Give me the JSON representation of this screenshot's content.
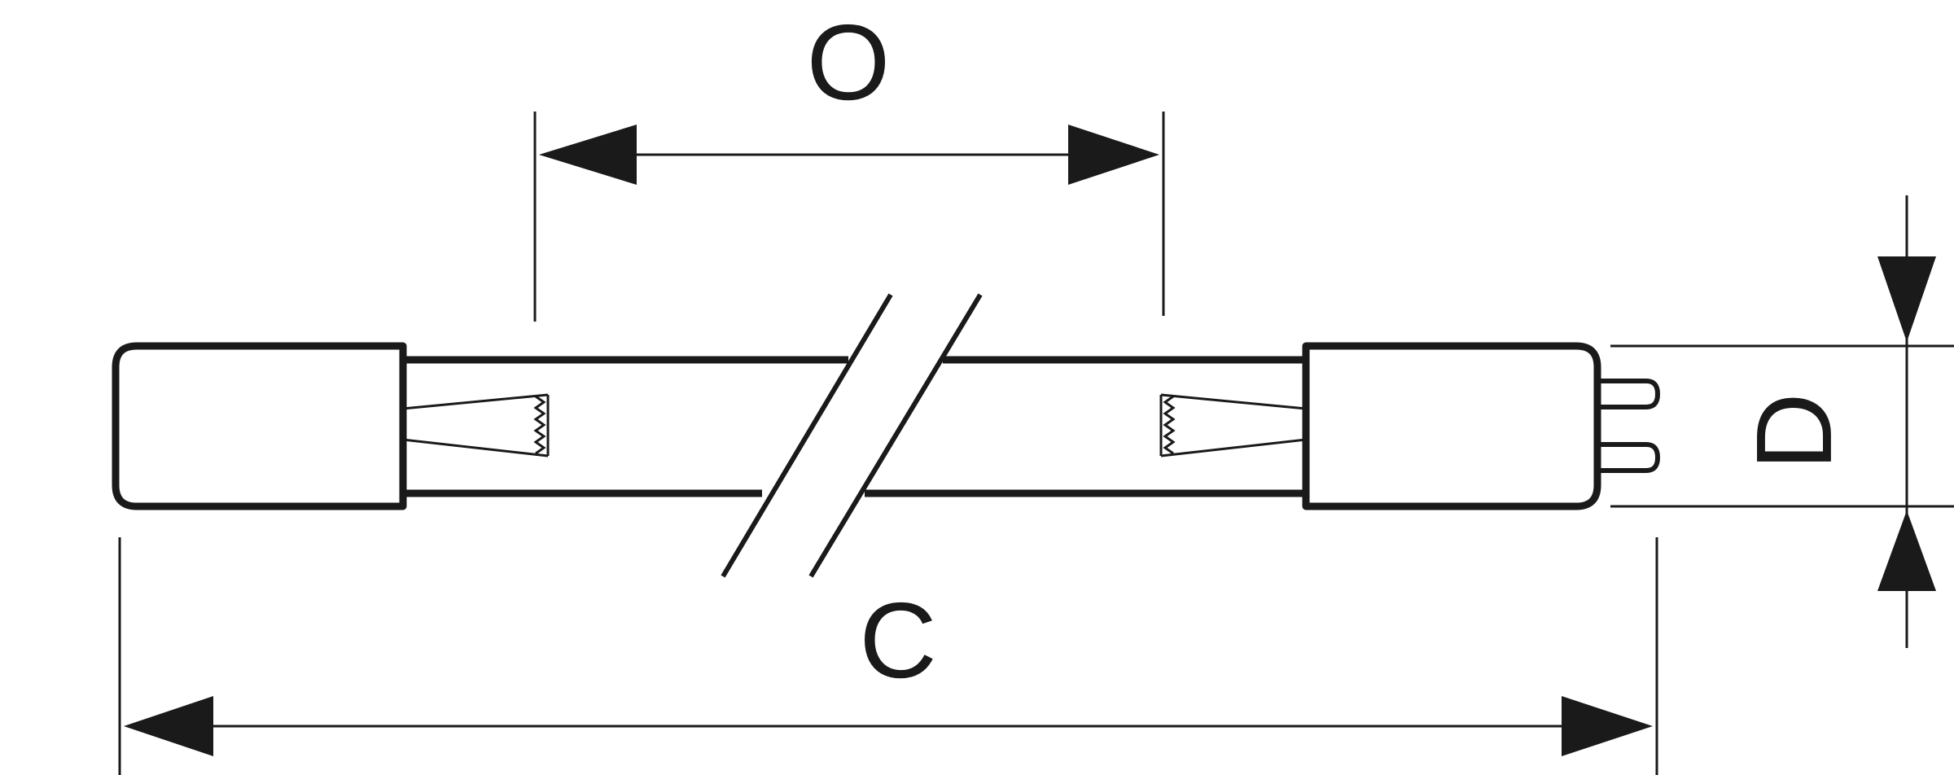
{
  "diagram": {
    "labels": {
      "electrode_distance": "O",
      "overall_length": "C",
      "tube_diameter": "D"
    }
  }
}
